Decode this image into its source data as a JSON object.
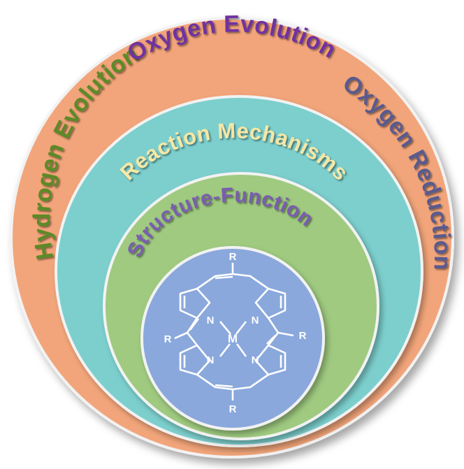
{
  "rings": {
    "outer": {
      "labels": {
        "hydrogen_evolution": "Hydrogen Evolution",
        "oxygen_evolution": "Oxygen Evolution",
        "oxygen_reduction": "Oxygen Reduction"
      }
    },
    "second": {
      "label": "Reaction Mechanisms"
    },
    "third": {
      "label": "Structure-Function"
    }
  },
  "molecule": {
    "metal": "M",
    "nitrogen": "N",
    "substituent": "R"
  },
  "colors": {
    "outer_fill": "#f2a57a",
    "second_fill": "#7ccfcd",
    "third_fill": "#9fca80",
    "inner_fill": "#8aa8dc",
    "ring_stroke": "#f2f2f2",
    "green_text": "#5c8a25",
    "purple_text": "#7030a0",
    "slate_text": "#5a5a8e",
    "yellow_text": "#f5e7a6",
    "struct_text": "#7a5db0",
    "molecule_stroke": "#ffffff"
  },
  "icons": [
    "porphyrin-structure-icon"
  ]
}
